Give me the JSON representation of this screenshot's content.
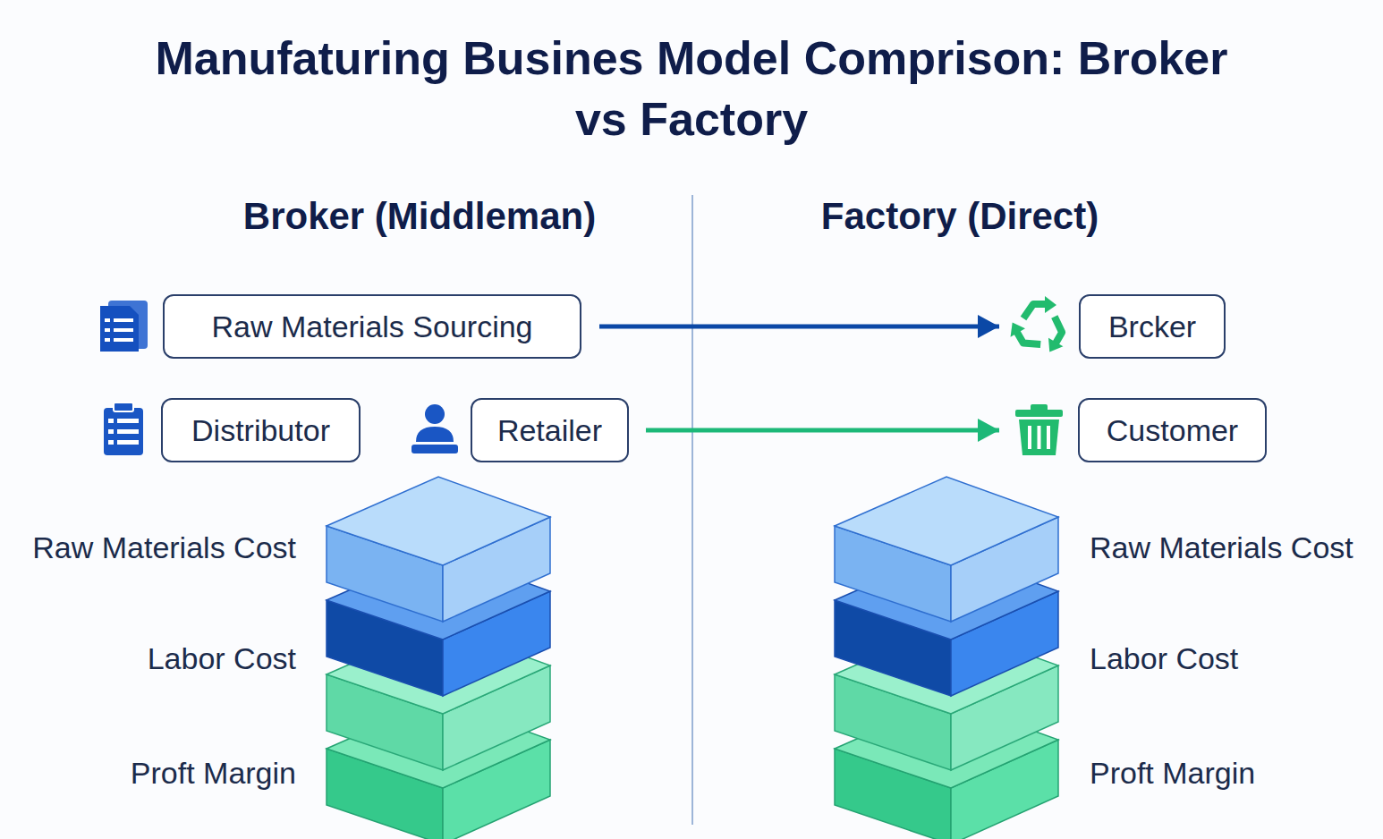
{
  "diagram": {
    "title": "Manufaturing Busines Model Comprison: Broker vs Factory",
    "nodes": [
      {
        "text": [
          "Raw Materials Sourcing"
        ]
      },
      {
        "text": [
          "Brcker"
        ]
      },
      {
        "text": [
          "Distributor"
        ]
      },
      {
        "text": [
          "Retailer"
        ]
      },
      {
        "text": [
          "Customer"
        ]
      }
    ],
    "edges": [
      {
        "from": 0,
        "to": 1,
        "arrow": "to"
      },
      {
        "from": 3,
        "to": 4,
        "arrow": "to"
      }
    ],
    "labels": [
      "Broker (Middleman)",
      "Factory (Direct)",
      "Raw Materials Cost",
      "Labor Cost",
      "Proft Margin",
      "Raw Materials Cost",
      "Labor Cost",
      "Proft Margin"
    ]
  }
}
